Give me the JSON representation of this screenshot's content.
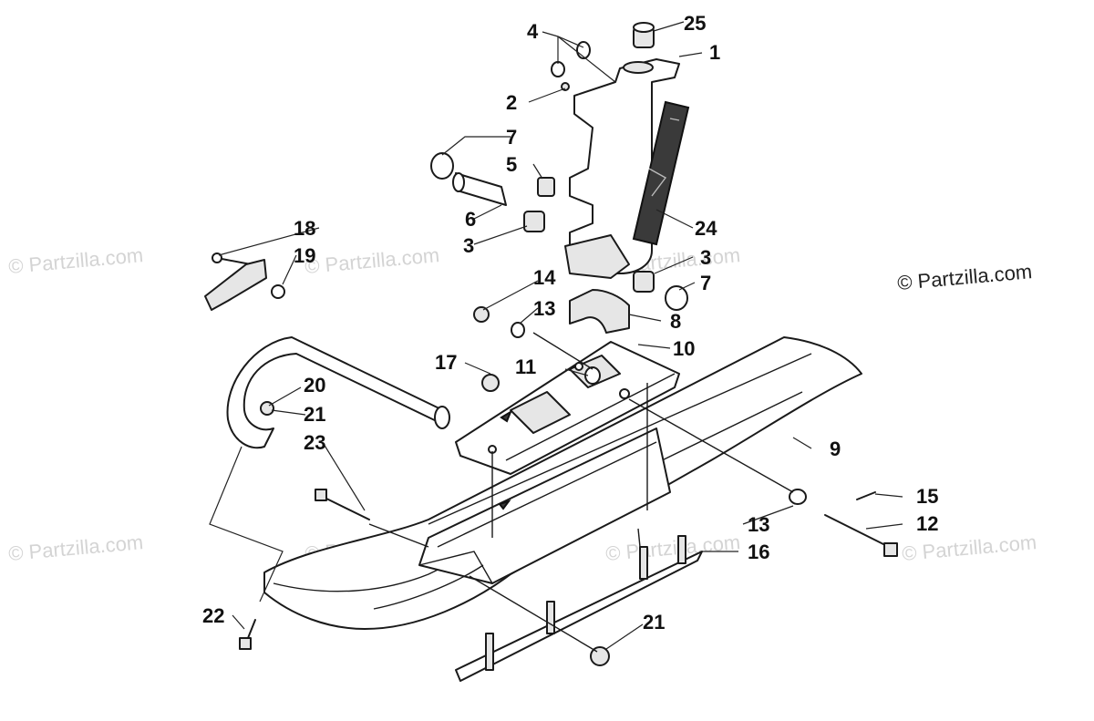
{
  "copyright": "© Partzilla.com",
  "watermarks": [
    "© Partzilla.com",
    "© Partzilla.com",
    "© Partzilla.com",
    "© Partzilla.com",
    "© Partzilla.com",
    "© Partzilla.com",
    "© Partzilla.com"
  ],
  "callouts": {
    "c1": "1",
    "c2": "2",
    "c3a": "3",
    "c3b": "3",
    "c4": "4",
    "c5": "5",
    "c6": "6",
    "c7a": "7",
    "c7b": "7",
    "c8": "8",
    "c9": "9",
    "c10": "10",
    "c11": "11",
    "c12": "12",
    "c13a": "13",
    "c13b": "13",
    "c14": "14",
    "c15": "15",
    "c16": "16",
    "c17": "17",
    "c18": "18",
    "c19": "19",
    "c20": "20",
    "c21a": "21",
    "c21b": "21",
    "c22": "22",
    "c23": "23",
    "c24": "24",
    "c25": "25"
  }
}
